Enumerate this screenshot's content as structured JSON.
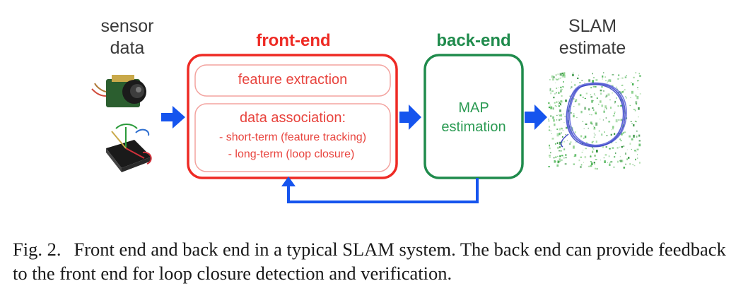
{
  "diagram": {
    "sensor_label_line1": "sensor",
    "sensor_label_line2": "data",
    "front_end_title": "front-end",
    "back_end_title": "back-end",
    "slam_label_line1": "SLAM",
    "slam_label_line2": "estimate",
    "feature_extraction": "feature extraction",
    "data_association_title": "data association:",
    "short_term": "- short-term (feature tracking)",
    "long_term": "- long-term (loop closure)",
    "map_line1": "MAP",
    "map_line2": "estimation",
    "colors": {
      "front_end": "#ee2a24",
      "back_end": "#1f8b4c",
      "arrow": "#1554ee",
      "text": "#3a3a3a"
    },
    "icons": [
      "camera-sensor-icon",
      "imu-sensor-icon",
      "point-cloud-map-icon"
    ]
  },
  "caption": {
    "label": "Fig. 2.",
    "text": "Front end and back end in a typical SLAM system. The back end can provide feedback to the front end for loop closure detection and verification."
  }
}
